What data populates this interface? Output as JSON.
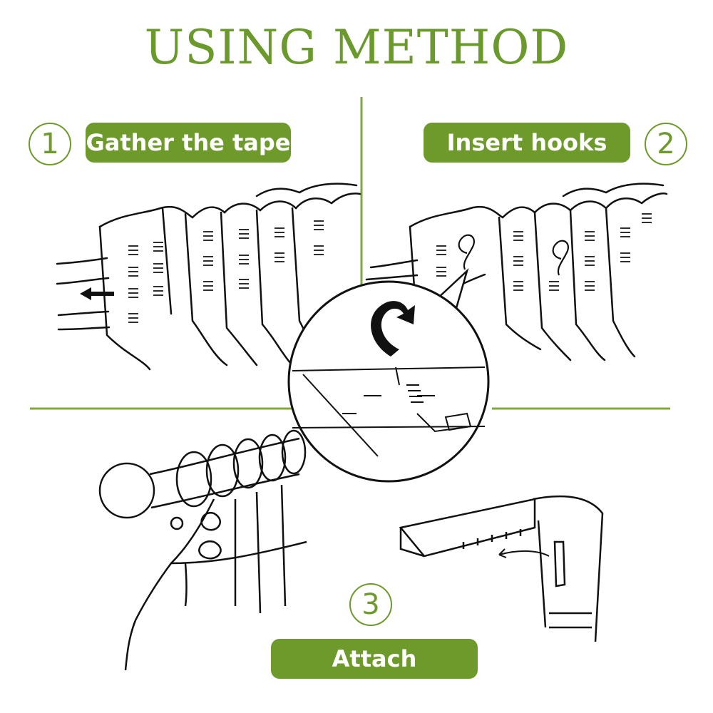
{
  "title": "USING METHOD",
  "steps": [
    {
      "number": "1",
      "label": "Gather the tape"
    },
    {
      "number": "2",
      "label": "Insert hooks"
    },
    {
      "number": "3",
      "label": "Attach"
    }
  ],
  "colors": {
    "accent": "#6e9a2c",
    "line": "#111111",
    "background": "#ffffff"
  },
  "icons": [
    "arrow-left-icon",
    "curved-arrow-icon",
    "curtain-hook-icon",
    "curtain-rod-icon",
    "curtain-track-icon"
  ]
}
